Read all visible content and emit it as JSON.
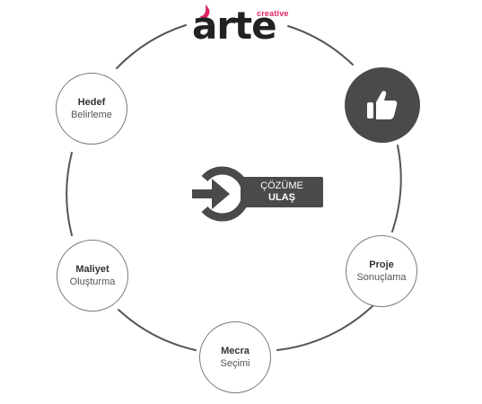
{
  "logo": {
    "word": "arte",
    "tagline": "creative",
    "accent_color": "#e0245e"
  },
  "center": {
    "line1": "ÇÖZÜME",
    "line2": "ULAŞ",
    "icon": "enter-arrow-icon"
  },
  "thumb": {
    "icon": "thumbs-up-icon"
  },
  "nodes": [
    {
      "title": "Hedef",
      "subtitle": "Belirleme"
    },
    {
      "title": "Proje",
      "subtitle": "Sonuçlama"
    },
    {
      "title": "Mecra",
      "subtitle": "Seçimi"
    },
    {
      "title": "Maliyet",
      "subtitle": "Oluşturma"
    }
  ],
  "colors": {
    "dark": "#4a4a4a",
    "ring": "#555555"
  }
}
